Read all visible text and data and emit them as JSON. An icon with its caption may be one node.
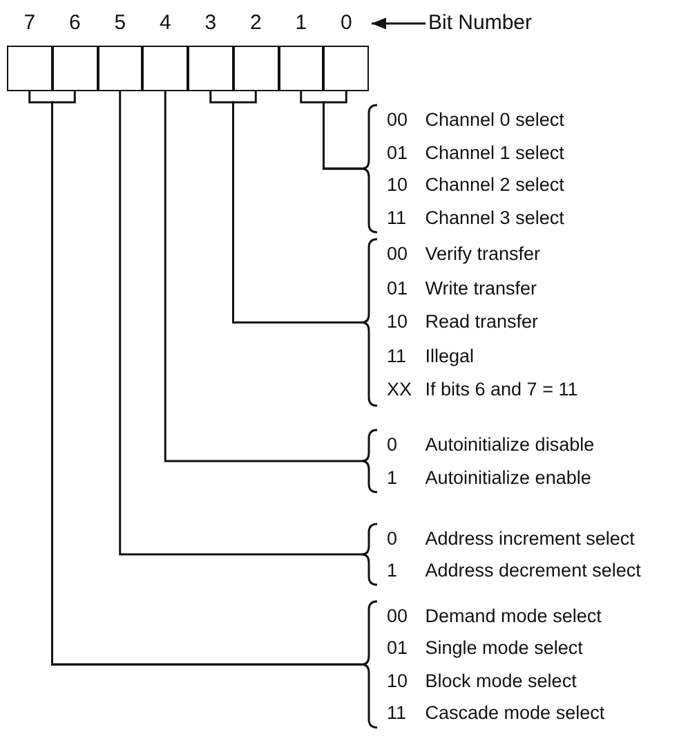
{
  "diagram": {
    "nodes": [
      {
        "text": [
          "7"
        ]
      },
      {
        "text": [
          "6"
        ]
      },
      {
        "text": [
          "5"
        ]
      },
      {
        "text": [
          "4"
        ]
      },
      {
        "text": [
          "3"
        ]
      },
      {
        "text": [
          "2"
        ]
      },
      {
        "text": [
          "1"
        ]
      },
      {
        "text": [
          "0"
        ]
      },
      {
        "text": [
          "Bit Number"
        ]
      },
      {
        "text": [
          "00 Channel 0 select",
          "01 Channel 1 select",
          "10 Channel 2 select",
          "11 Channel 3 select"
        ]
      },
      {
        "text": [
          "00 Verify transfer",
          "01 Write transfer",
          "10 Read transfer",
          "11 Illegal",
          "XX If bits 6 and 7 = 11"
        ]
      },
      {
        "text": [
          "0 Autoinitialize disable",
          "1 Autoinitialize enable"
        ]
      },
      {
        "text": [
          "0 Address increment select",
          "1 Address decrement select"
        ]
      },
      {
        "text": [
          "00 Demand mode select",
          "01 Single mode select",
          "10 Block mode select",
          "11 Cascade mode select"
        ]
      }
    ],
    "edges": [
      {
        "from": 8,
        "to": 7,
        "arrow": "to"
      },
      {
        "from": 6,
        "to": 9,
        "arrow": "none"
      },
      {
        "from": 7,
        "to": 9,
        "arrow": "none"
      },
      {
        "from": 4,
        "to": 10,
        "arrow": "none"
      },
      {
        "from": 5,
        "to": 10,
        "arrow": "none"
      },
      {
        "from": 3,
        "to": 11,
        "arrow": "none"
      },
      {
        "from": 2,
        "to": 12,
        "arrow": "none"
      },
      {
        "from": 0,
        "to": 13,
        "arrow": "none"
      },
      {
        "from": 1,
        "to": 13,
        "arrow": "none"
      }
    ]
  }
}
